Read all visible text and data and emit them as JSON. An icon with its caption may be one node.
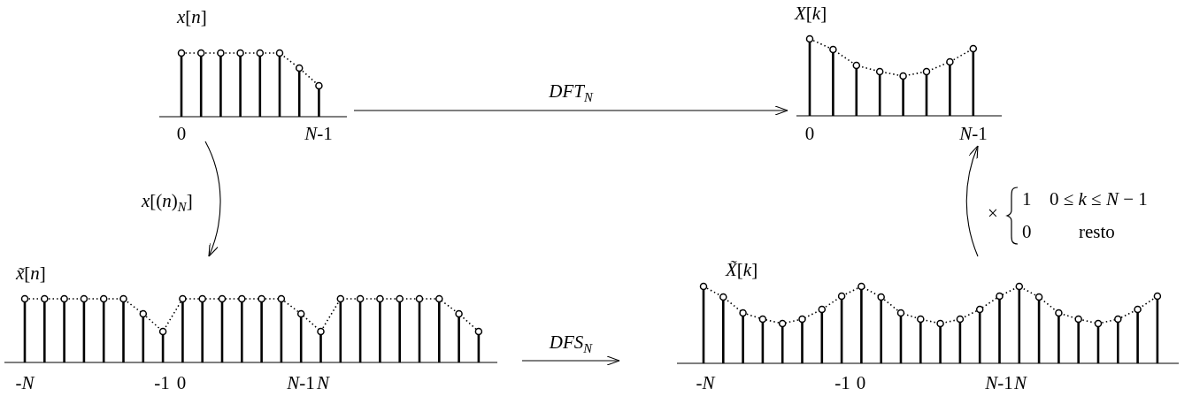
{
  "diagram": {
    "nodes": [
      {
        "text": [
          "*x*[*n*]"
        ],
        "beside": [
          "0",
          "*N*-1"
        ]
      },
      {
        "text": [
          "*X*[*k*]"
        ],
        "beside": [
          "0",
          "*N*-1"
        ]
      },
      {
        "text": [
          "*x̃*[*n*]"
        ],
        "beside": [
          "-*N*",
          "-1",
          "0",
          "*N*-1",
          "*N*"
        ]
      },
      {
        "text": [
          "*X̃*[*k*]"
        ],
        "beside": [
          "-*N*",
          "-1",
          "0",
          "*N*-1",
          "*N*"
        ]
      }
    ],
    "edges": [
      {
        "from": 0,
        "to": 1,
        "arrow": "to",
        "label": "*DFT*$_{N}$"
      },
      {
        "from": 0,
        "to": 2,
        "arrow": "to",
        "label": "*x*[(*n*)$_{N}$]"
      },
      {
        "from": 2,
        "to": 3,
        "arrow": "to",
        "label": "*DFS*$_{N}$"
      },
      {
        "from": 3,
        "to": 1,
        "arrow": "to",
        "label": "×"
      }
    ],
    "labels": [
      "1",
      "0 ≤ *k* ≤ *N* − 1",
      "0",
      "resto"
    ]
  }
}
